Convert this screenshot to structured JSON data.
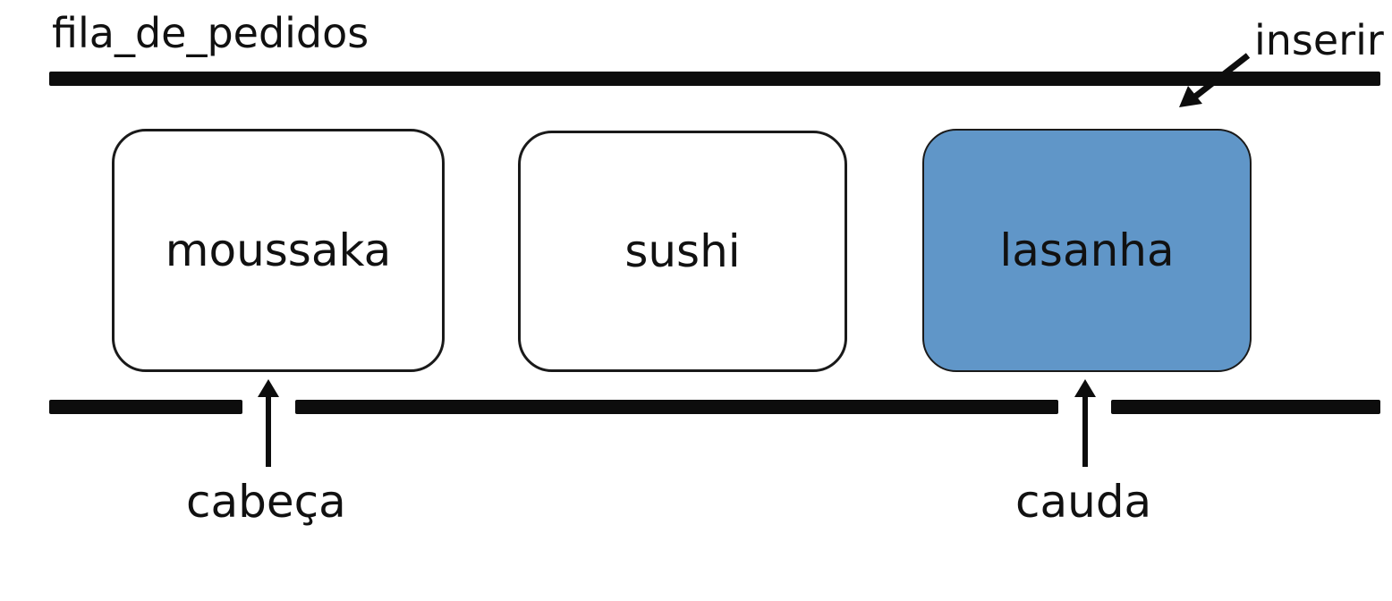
{
  "diagram": {
    "title": "fila_de_pedidos",
    "insert_label": "inserir",
    "head_label": "cabeça",
    "tail_label": "cauda",
    "items": [
      {
        "label": "moussaka",
        "highlighted": false
      },
      {
        "label": "sushi",
        "highlighted": false
      },
      {
        "label": "lasanha",
        "highlighted": true
      }
    ],
    "colors": {
      "highlight_fill": "#6096c8",
      "rail": "#0d0d0d",
      "item_fill": "#ffffff"
    }
  }
}
